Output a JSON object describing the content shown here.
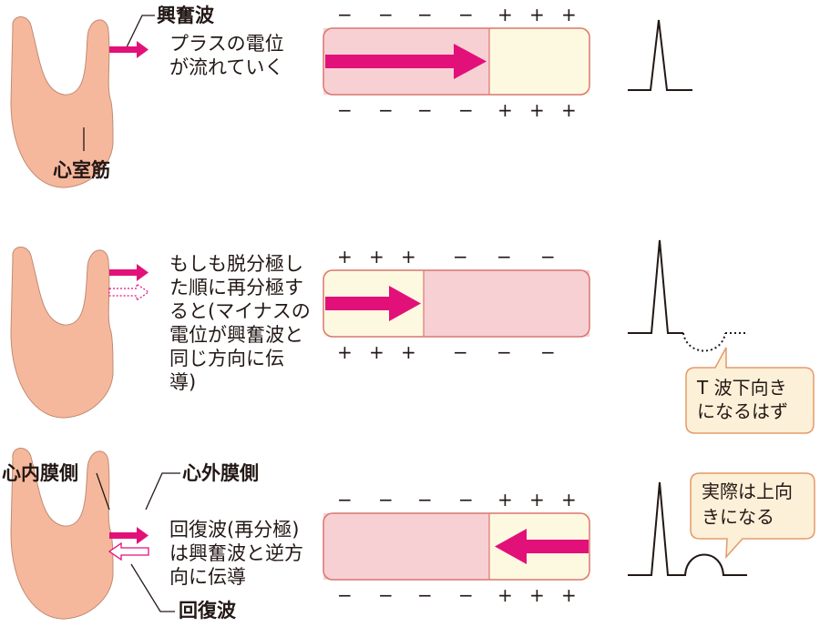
{
  "colors": {
    "heart": "#f6b89c",
    "heart_edge": "#c08b74",
    "depolarized": "#f7d0d4",
    "resting": "#fdf9e0",
    "box_edge": "#d9766f",
    "arrow": "#e2117a",
    "bubble_fill": "#fdf0d8",
    "bubble_edge": "#e39a6a",
    "ink": "#231815"
  },
  "panel1": {
    "label_wave": "興奮波",
    "desc": [
      "プラスの電位",
      "が流れていく"
    ],
    "label_muscle": "心室筋",
    "signs_top": [
      "−",
      "−",
      "−",
      "−",
      "+",
      "+",
      "+"
    ],
    "signs_bottom": [
      "−",
      "−",
      "−",
      "−",
      "+",
      "+",
      "+"
    ],
    "arrow_icon": "right-arrow-icon"
  },
  "panel2": {
    "desc": [
      "もしも脱分極し",
      "た順に再分極す",
      "ると(マイナスの",
      "電位が興奮波と",
      "同じ方向に伝",
      "導)"
    ],
    "signs_top": [
      "+",
      "+",
      "+",
      "−",
      "−",
      "−"
    ],
    "signs_bottom": [
      "+",
      "+",
      "+",
      "−",
      "−",
      "−"
    ],
    "bubble": [
      "T 波下向き",
      "になるはず"
    ],
    "arrow_icon": "right-arrow-icon"
  },
  "panel3": {
    "label_endo": "心内膜側",
    "label_epi": "心外膜側",
    "desc": [
      "回復波(再分極)",
      "は興奮波と逆方",
      "向に伝導"
    ],
    "label_recovery": "回復波",
    "signs_top": [
      "−",
      "−",
      "−",
      "−",
      "+",
      "+",
      "+"
    ],
    "signs_bottom": [
      "−",
      "−",
      "−",
      "−",
      "+",
      "+",
      "+"
    ],
    "bubble": [
      "実際は上向",
      "きになる"
    ],
    "arrow_icon": "left-arrow-icon"
  }
}
